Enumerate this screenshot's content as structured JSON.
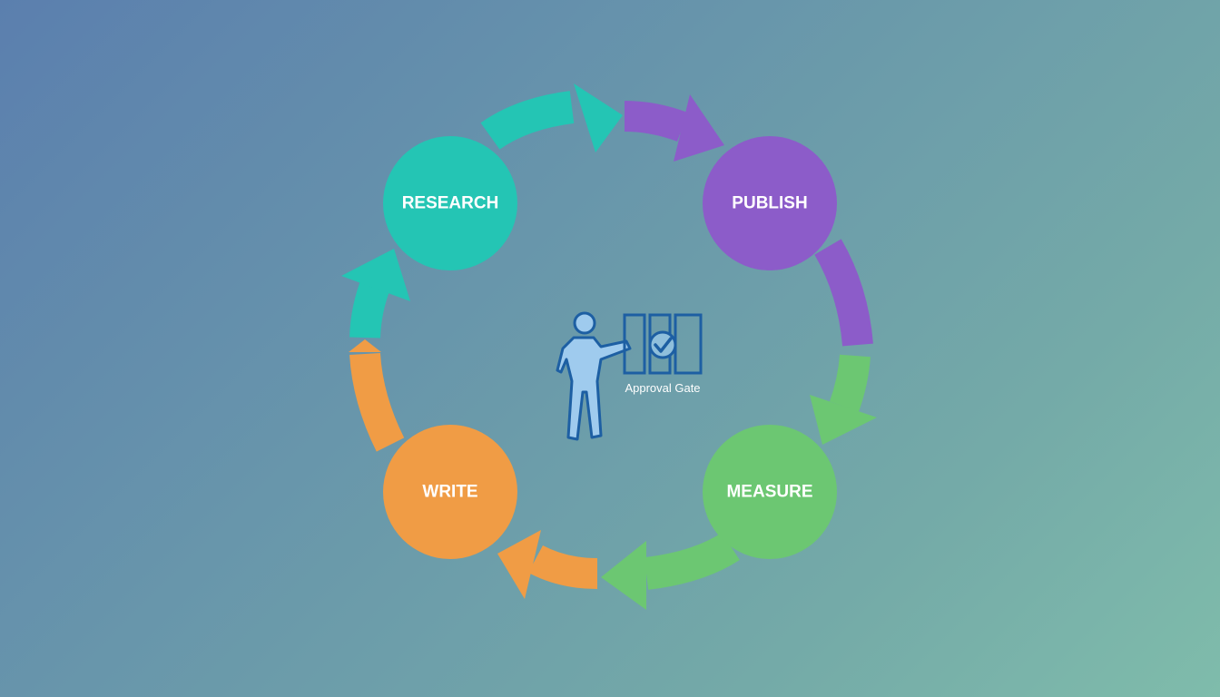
{
  "colors": {
    "research": "#24c5b4",
    "publish": "#8c5cc9",
    "measure": "#6cc772",
    "write": "#f09c45",
    "gate_outline": "#1d5fa3",
    "gate_fill": "#9fcbee"
  },
  "nodes": {
    "research": {
      "label": "RESEARCH"
    },
    "publish": {
      "label": "PUBLISH"
    },
    "measure": {
      "label": "MEASURE"
    },
    "write": {
      "label": "WRITE"
    }
  },
  "center": {
    "icon": "person-presenting-gate-icon",
    "caption": "Approval Gate"
  },
  "arrows": [
    {
      "from": "research",
      "to": "publish"
    },
    {
      "from": "publish",
      "to": "measure"
    },
    {
      "from": "measure",
      "to": "write"
    },
    {
      "from": "write",
      "to": "research"
    }
  ]
}
